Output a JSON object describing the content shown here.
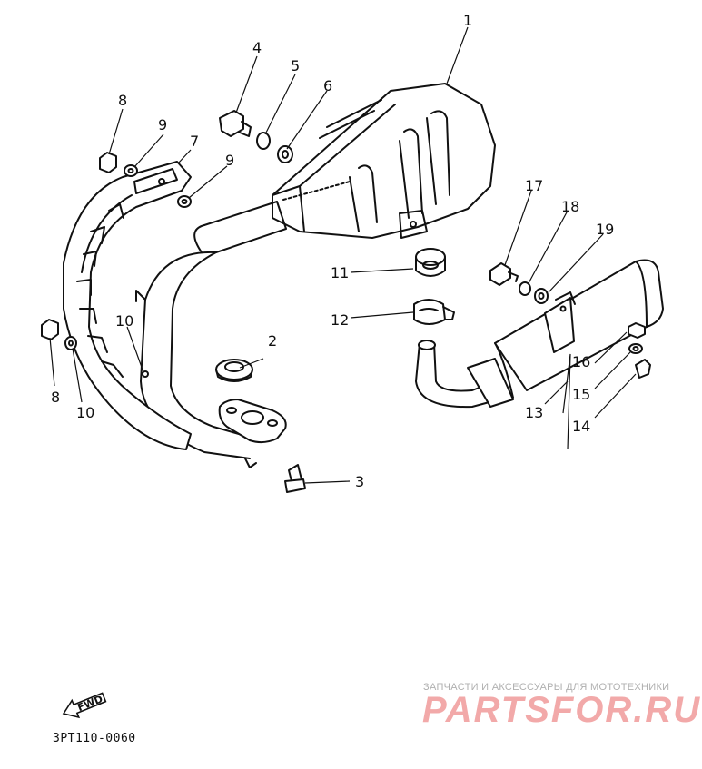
{
  "diagram": {
    "parts": [
      {
        "number": "1"
      },
      {
        "number": "2"
      },
      {
        "number": "3"
      },
      {
        "number": "4"
      },
      {
        "number": "5"
      },
      {
        "number": "6"
      },
      {
        "number": "7"
      },
      {
        "number": "8"
      },
      {
        "number": "8"
      },
      {
        "number": "9"
      },
      {
        "number": "9"
      },
      {
        "number": "10"
      },
      {
        "number": "10"
      },
      {
        "number": "11"
      },
      {
        "number": "12"
      },
      {
        "number": "13"
      },
      {
        "number": "14"
      },
      {
        "number": "15"
      },
      {
        "number": "16"
      },
      {
        "number": "17"
      },
      {
        "number": "18"
      },
      {
        "number": "19"
      }
    ],
    "direction_marker": "FWD",
    "code": "3PT110-0060"
  },
  "watermark": {
    "tagline": "ЗАПЧАСТИ И АКСЕССУАРЫ ДЛЯ МОТОТЕХНИКИ",
    "logo_text": "PARTSFOR.RU",
    "logo_color": "#f2a9a9"
  }
}
